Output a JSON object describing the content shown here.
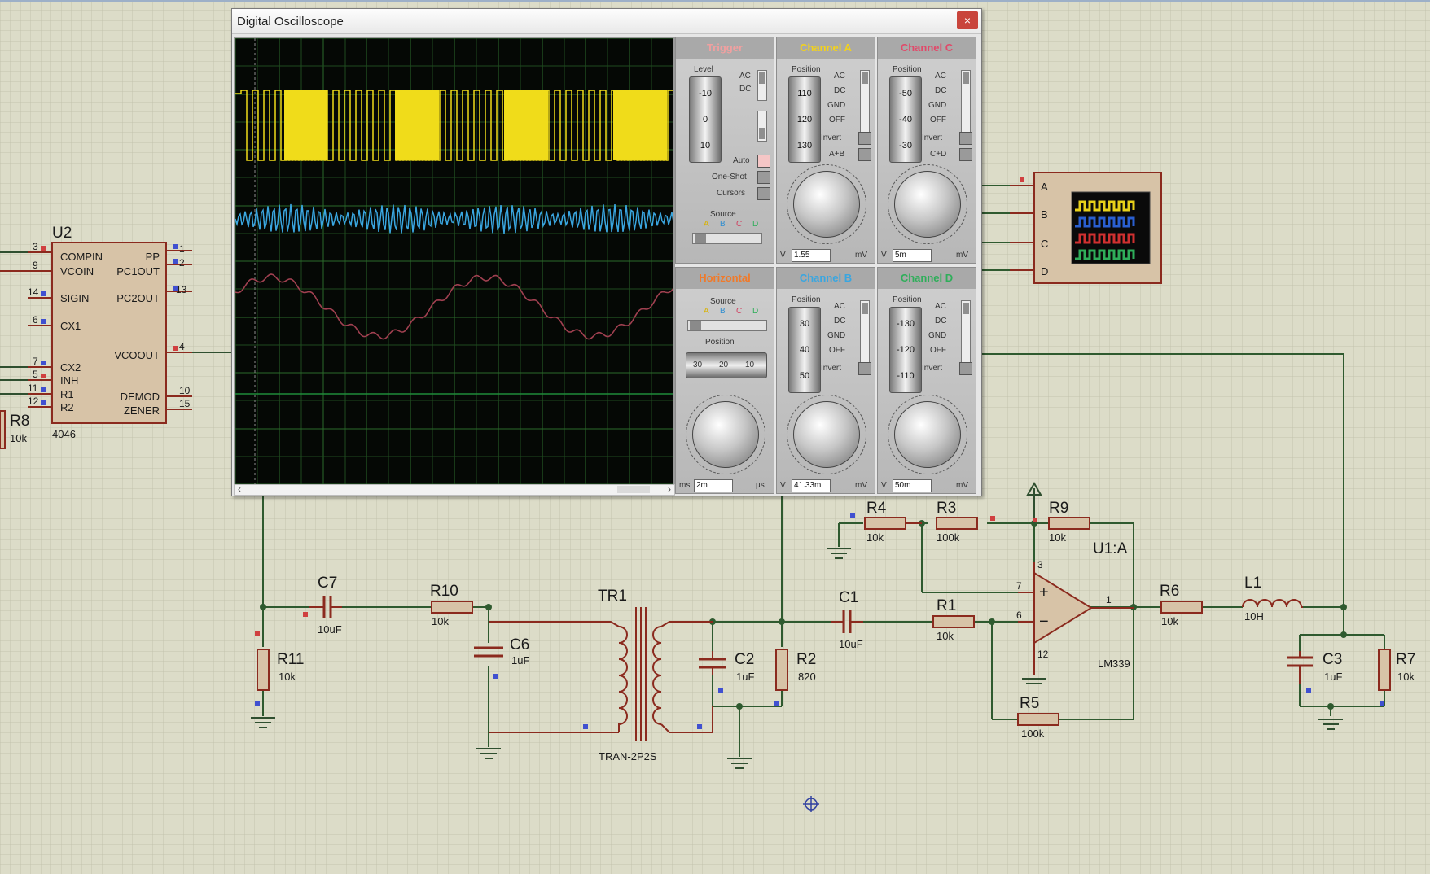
{
  "window": {
    "title": "Digital Oscilloscope",
    "close_glyph": "×"
  },
  "scope_panel": {
    "trigger": {
      "header": "Trigger",
      "level_label": "Level",
      "drum": [
        "-10",
        "0",
        "10"
      ],
      "ac": "AC",
      "dc": "DC",
      "auto": "Auto",
      "one_shot": "One-Shot",
      "cursors": "Cursors",
      "source_label": "Source",
      "source_letters": [
        "A",
        "B",
        "C",
        "D"
      ]
    },
    "channel_a": {
      "header": "Channel A",
      "color": "#f2d21c",
      "position_label": "Position",
      "drum": [
        "110",
        "120",
        "130"
      ],
      "coupling": [
        "AC",
        "DC",
        "GND",
        "OFF"
      ],
      "invert": "Invert",
      "combine": "A+B",
      "scale_labels": [
        "V",
        "mV"
      ],
      "readout": "1.55"
    },
    "channel_c": {
      "header": "Channel C",
      "color": "#e04a6a",
      "position_label": "Position",
      "drum": [
        "-50",
        "-40",
        "-30"
      ],
      "coupling": [
        "AC",
        "DC",
        "GND",
        "OFF"
      ],
      "invert": "Invert",
      "combine": "C+D",
      "scale_labels": [
        "V",
        "mV"
      ],
      "readout": "5m"
    },
    "horizontal": {
      "header": "Horizontal",
      "color": "#f07a2a",
      "source_label": "Source",
      "source_letters": [
        "A",
        "B",
        "C",
        "D"
      ],
      "position_label": "Position",
      "drum": [
        "30",
        "20",
        "10"
      ],
      "scale_labels": [
        "ms",
        "μs"
      ],
      "readout": "2m"
    },
    "channel_b": {
      "header": "Channel B",
      "color": "#3aa6e0",
      "position_label": "Position",
      "drum": [
        "30",
        "40",
        "50"
      ],
      "coupling": [
        "AC",
        "DC",
        "GND",
        "OFF"
      ],
      "invert": "Invert",
      "scale_labels": [
        "V",
        "mV"
      ],
      "readout": "41.33m"
    },
    "channel_d": {
      "header": "Channel D",
      "color": "#2fae5a",
      "position_label": "Position",
      "drum": [
        "-130",
        "-120",
        "-110"
      ],
      "coupling": [
        "AC",
        "DC",
        "GND",
        "OFF"
      ],
      "invert": "Invert",
      "scale_labels": [
        "V",
        "mV"
      ],
      "readout": "50m"
    }
  },
  "schematic": {
    "u2": {
      "ref": "U2",
      "part": "4046",
      "left_pins": [
        {
          "num": "3",
          "name": "COMPIN"
        },
        {
          "num": "9",
          "name": "VCOIN"
        },
        {
          "num": "14",
          "name": "SIGIN"
        },
        {
          "num": "6",
          "name": "CX1"
        },
        {
          "num": "7",
          "name": "CX2"
        },
        {
          "num": "5",
          "name": "INH"
        },
        {
          "num": "11",
          "name": "R1"
        },
        {
          "num": "12",
          "name": "R2"
        }
      ],
      "right_pins": [
        {
          "num": "1",
          "name": "PP"
        },
        {
          "num": "2",
          "name": "PC1OUT"
        },
        {
          "num": "13",
          "name": "PC2OUT"
        },
        {
          "num": "4",
          "name": "VCOOUT"
        },
        {
          "num": "10",
          "name": "DEMOD"
        },
        {
          "num": "15",
          "name": "ZENER"
        }
      ]
    },
    "r8": {
      "ref": "R8",
      "value": "10k"
    },
    "r11": {
      "ref": "R11",
      "value": "10k"
    },
    "c7": {
      "ref": "C7",
      "value": "10uF"
    },
    "r10": {
      "ref": "R10",
      "value": "10k"
    },
    "c6": {
      "ref": "C6",
      "value": "1uF"
    },
    "tr1": {
      "ref": "TR1",
      "value": "TRAN-2P2S"
    },
    "c2": {
      "ref": "C2",
      "value": "1uF"
    },
    "r2": {
      "ref": "R2",
      "value": "820"
    },
    "c1": {
      "ref": "C1",
      "value": "10uF"
    },
    "r1": {
      "ref": "R1",
      "value": "10k"
    },
    "r4": {
      "ref": "R4",
      "value": "10k"
    },
    "r3": {
      "ref": "R3",
      "value": "100k"
    },
    "r9": {
      "ref": "R9",
      "value": "10k"
    },
    "r5": {
      "ref": "R5",
      "value": "100k"
    },
    "u1": {
      "ref": "U1:A",
      "part": "LM339",
      "pins": [
        "7",
        "6",
        "1",
        "3",
        "12"
      ]
    },
    "r6": {
      "ref": "R6",
      "value": "10k"
    },
    "l1": {
      "ref": "L1",
      "value": "10H"
    },
    "c3": {
      "ref": "C3",
      "value": "1uF"
    },
    "r7": {
      "ref": "R7",
      "value": "10k"
    },
    "scope_symbol": {
      "inputs": [
        "A",
        "B",
        "C",
        "D"
      ]
    }
  }
}
